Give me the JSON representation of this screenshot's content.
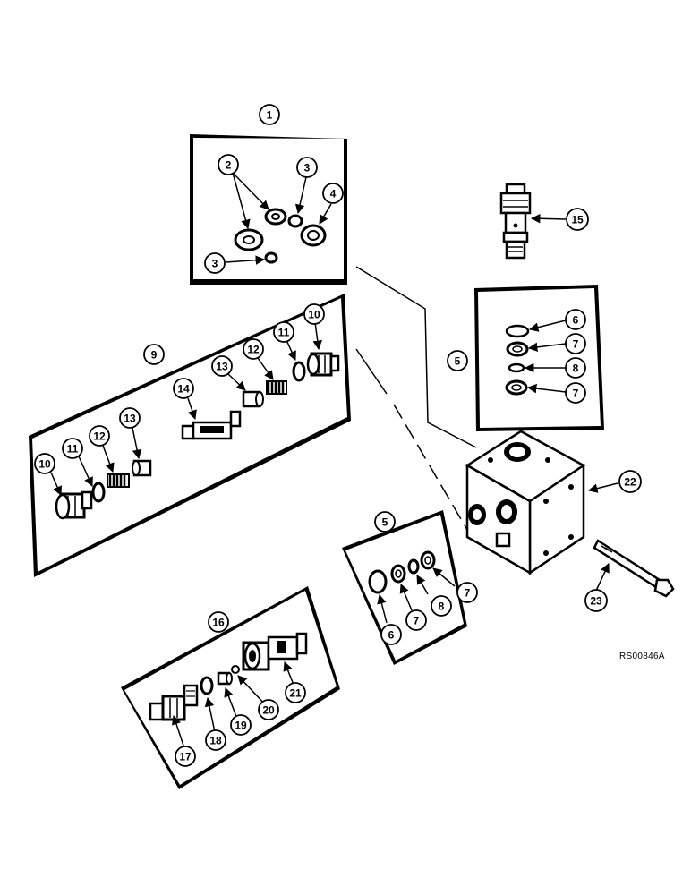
{
  "drawing_ref": "RS00846A",
  "callouts": {
    "c1": "1",
    "c2": "2",
    "c3a": "3",
    "c3b": "3",
    "c4": "4",
    "c15": "15",
    "c5a": "5",
    "c6a": "6",
    "c7a": "7",
    "c8a": "8",
    "c7b": "7",
    "c9": "9",
    "c10a": "10",
    "c11a": "11",
    "c12a": "12",
    "c13a": "13",
    "c14": "14",
    "c13b": "13",
    "c12b": "12",
    "c11b": "11",
    "c10b": "10",
    "c22": "22",
    "c5b": "5",
    "c6b": "6",
    "c7c": "7",
    "c8b": "8",
    "c7d": "7",
    "c23": "23",
    "c16": "16",
    "c17": "17",
    "c18": "18",
    "c19": "19",
    "c20": "20",
    "c21": "21"
  }
}
